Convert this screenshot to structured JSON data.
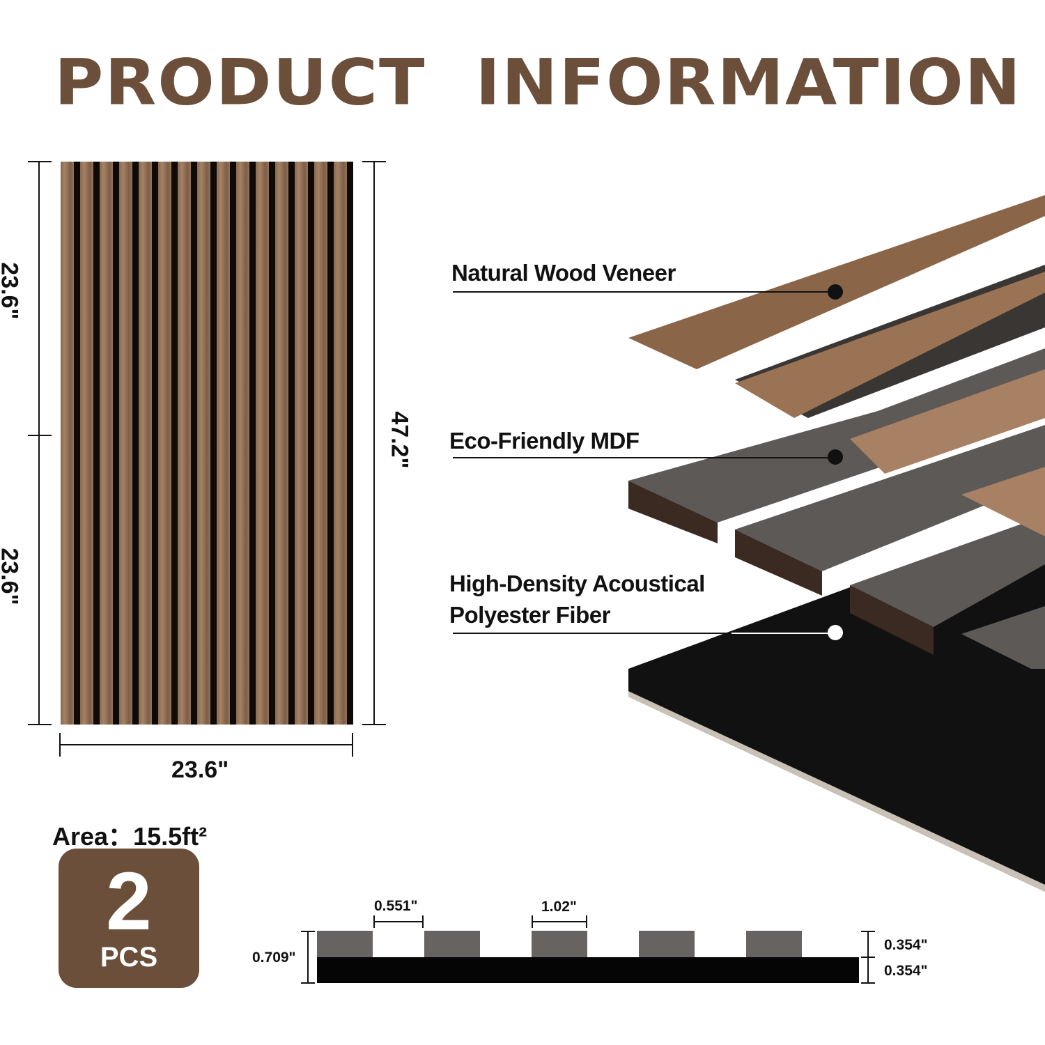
{
  "title": "PRODUCT  INFORMATION",
  "dimensions": {
    "left_top": "23.6\"",
    "left_bottom": "23.6\"",
    "height": "47.2\"",
    "width": "23.6\""
  },
  "layers": [
    {
      "label": "Natural Wood Veneer"
    },
    {
      "label": "Eco-Friendly MDF"
    },
    {
      "label": "High-Density Acoustical",
      "label2": "Polyester Fiber"
    }
  ],
  "area": {
    "label": "Area：",
    "value": "15.5ft²"
  },
  "badge": {
    "count": "2",
    "unit": "PCS"
  },
  "cross_section": {
    "gap": "0.551\"",
    "slat_width": "1.02\"",
    "total": "0.709\"",
    "slat_height": "0.354\"",
    "base_height": "0.354\""
  },
  "colors": {
    "brand": "#6b4f3a",
    "slat": "#676360",
    "felt": "#050505"
  }
}
